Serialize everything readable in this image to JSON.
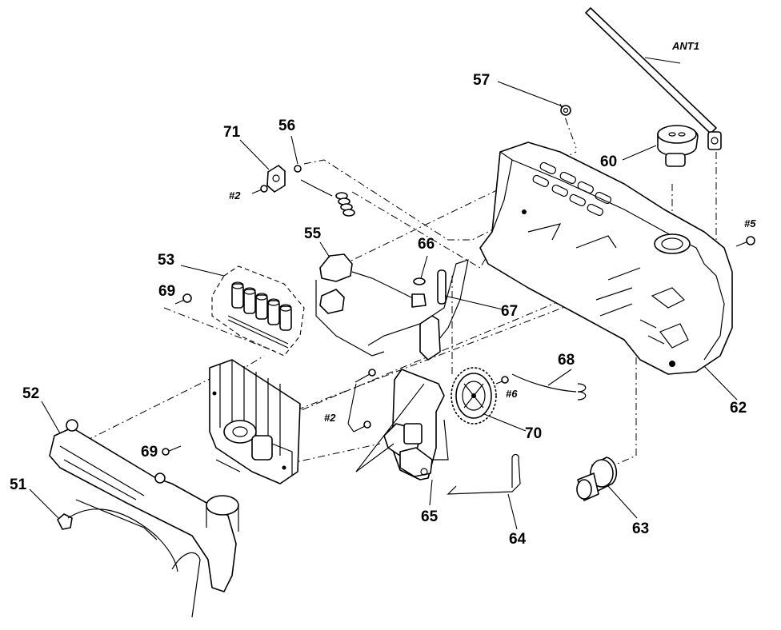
{
  "diagram": {
    "part_labels": {
      "p51": "51",
      "p52": "52",
      "p53": "53",
      "p55": "55",
      "p56": "56",
      "p57": "57",
      "p60": "60",
      "p62": "62",
      "p63": "63",
      "p64": "64",
      "p65": "65",
      "p66": "66",
      "p67": "67",
      "p68": "68",
      "p69a": "69",
      "p69b": "69",
      "p70": "70",
      "p71": "71",
      "ant1": "ANT1"
    },
    "screw_labels": {
      "s2a": "#2",
      "s2b": "#2",
      "s5": "#5",
      "s6": "#6"
    }
  }
}
